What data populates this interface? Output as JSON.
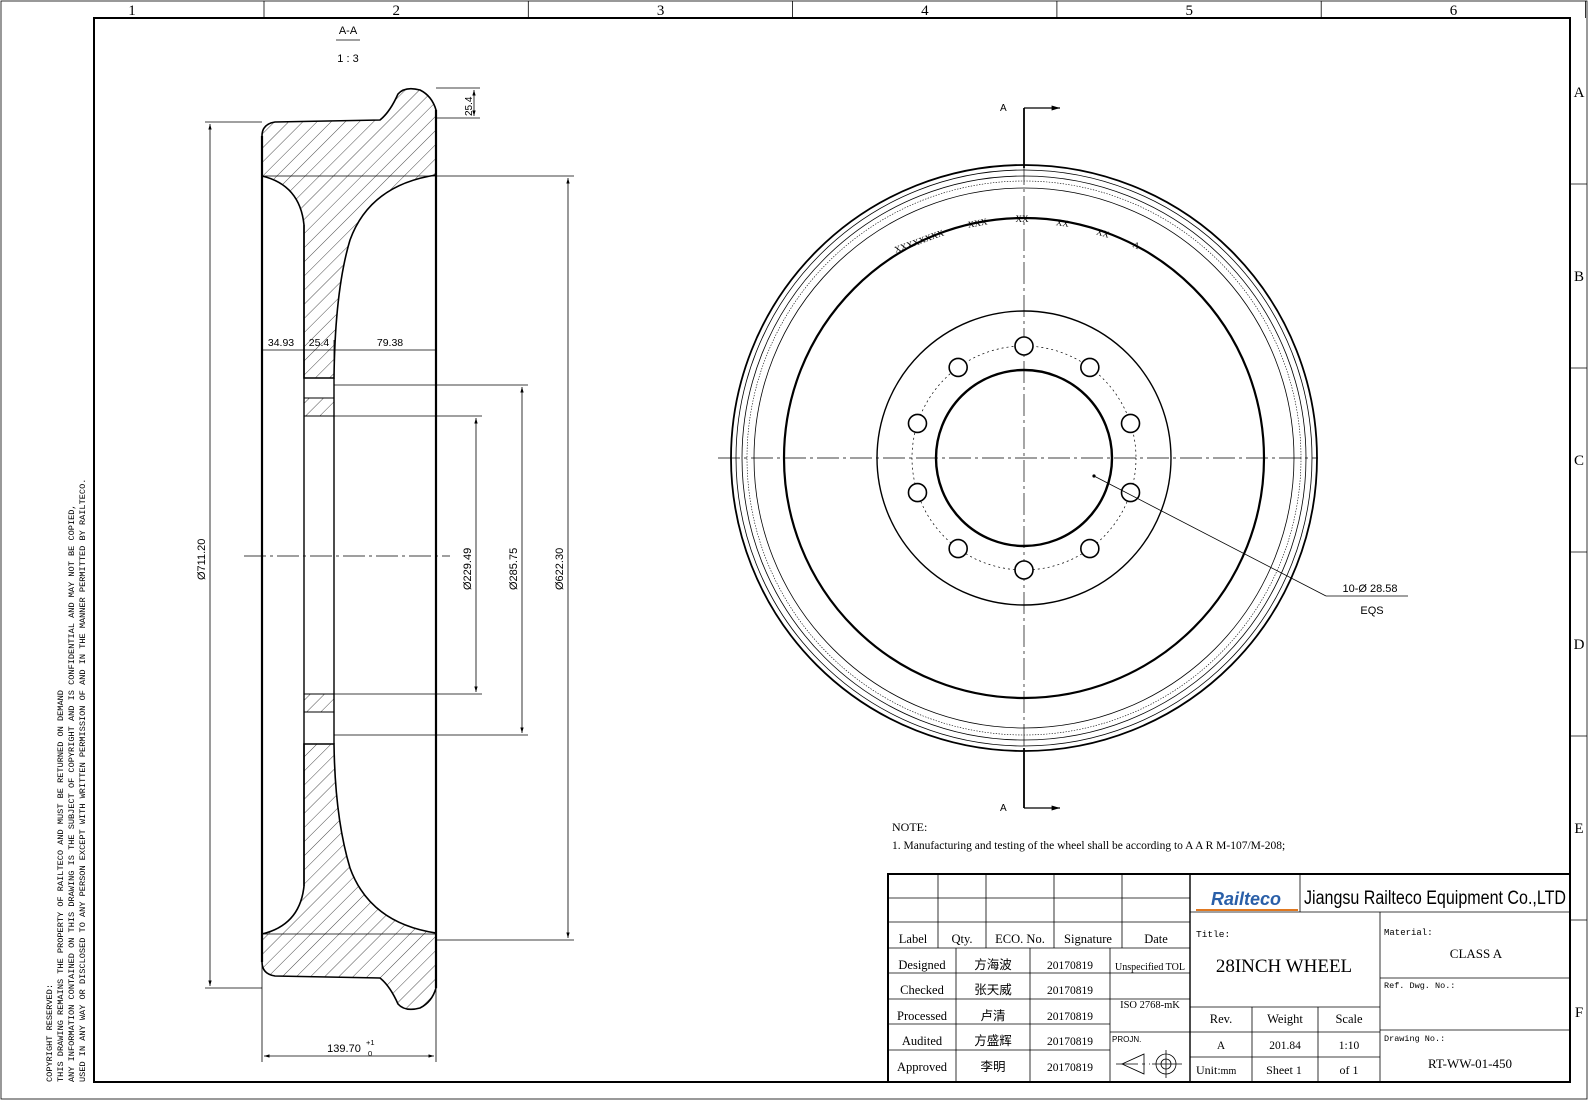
{
  "zones": {
    "columns": [
      "1",
      "2",
      "3",
      "4",
      "5",
      "6"
    ],
    "rows": [
      "A",
      "B",
      "C",
      "D",
      "E",
      "F"
    ]
  },
  "copyright": [
    "COPYRIGHT RESERVED:",
    "THIS DRAWING REMAINS THE PROPERTY OF RAILTECO AND MUST BE RETURNED ON DEMAND",
    "ANY INFORMATION CONTAINED ON THIS DRAWING IS THE SUBJECT OF COPYRIGHT AND IS CONFIDENTIAL AND MAY NOT BE COPIED,",
    "USED IN ANY WAY OR DISCLOSED TO ANY PERSON EXCEPT WITH WRITTEN PERMISSION OF AND IN THE MANNER PERMITTED BY RAILTECO."
  ],
  "section_view": {
    "label": "A-A",
    "scale": "1 : 3",
    "dims": {
      "flange_height": "25.4",
      "bore_left": "34.93",
      "bore_mid": "25.4",
      "bore_right": "79.38",
      "overall_dia": "711.20",
      "bore_dia": "229.49",
      "bolt_circle_dia": "285.75",
      "tread_dia": "622.30",
      "width": "139.70",
      "width_tol_upper": "+1",
      "width_tol_lower": "0"
    }
  },
  "face_view": {
    "section_mark_top": "A",
    "section_mark_bottom": "A",
    "stamp_text": [
      "XXXXXXXX",
      "XXX",
      "XX",
      "XX",
      "XX",
      "A"
    ],
    "hole_callout": "10-Ø 28.58",
    "hole_callout_sub": "EQS"
  },
  "note": {
    "title": "NOTE:",
    "text": "1. Manufacturing and testing of the wheel shall be according to A A R M-107/M-208;"
  },
  "title_block": {
    "logo": "Railteco",
    "company": "Jiangsu Railteco Equipment Co.,LTD",
    "headers": [
      "Label",
      "Qty.",
      "ECO. No.",
      "Signature",
      "Date"
    ],
    "rows": [
      {
        "role": "Designed",
        "name": "方海波",
        "date": "20170819"
      },
      {
        "role": "Checked",
        "name": "张天威",
        "date": "20170819"
      },
      {
        "role": "Processed",
        "name": "卢清",
        "date": "20170819"
      },
      {
        "role": "Audited",
        "name": "方盛辉",
        "date": "20170819"
      },
      {
        "role": "Approved",
        "name": "李明",
        "date": "20170819"
      }
    ],
    "tol_note": "Unspecified TOL",
    "iso_note": "ISO 2768-mK",
    "proj_label": "PROJN.",
    "title_label": "Title:",
    "title": "28INCH WHEEL",
    "rev_label": "Rev.",
    "weight_label": "Weight",
    "scale_label": "Scale",
    "rev": "A",
    "weight": "201.84",
    "scale": "1:10",
    "unit_label": "Unit:",
    "unit": "mm",
    "sheet": "Sheet 1",
    "of": "of 1",
    "material_label": "Material:",
    "material": "CLASS A",
    "ref_label": "Ref. Dwg. No.:",
    "drawing_no_label": "Drawing No.:",
    "drawing_no": "RT-WW-01-450"
  }
}
